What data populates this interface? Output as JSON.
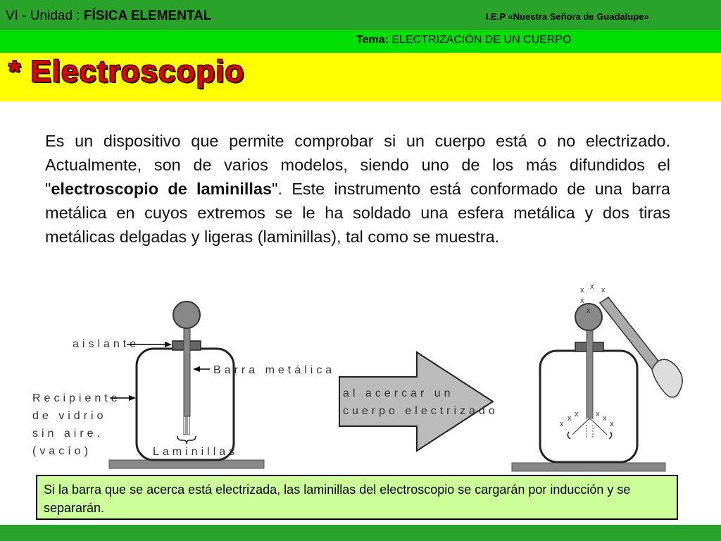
{
  "header": {
    "unit_prefix": "VI - Unidad : ",
    "unit_name": "FÍSICA  ELEMENTAL",
    "school": "I.E.P «Nuestra Señora de Guadalupe»",
    "topic_label": "Tema:",
    "topic": " ELECTRIZACIÓN  DE  UN  CUERPO"
  },
  "slide": {
    "heading": "* Electroscopio",
    "paragraph_before": "Es un dispositivo que permite comprobar si un cuerpo está o no electrizado. Actualmente, son de varios modelos, siendo uno de los más difundidos el \"",
    "paragraph_bold": "electroscopio de laminillas",
    "paragraph_after": "\". Este instrumento está conformado de una barra metálica en cuyos extremos se le ha soldado una esfera metálica y dos tiras metálicas delgadas y ligeras (laminillas), tal como se muestra."
  },
  "diagram": {
    "label_aislante": "aislante",
    "label_barra": "Barra metálica",
    "label_recipiente_1": "Recipiente",
    "label_recipiente_2": "de vidrio",
    "label_recipiente_3": "sin aire.",
    "label_recipiente_4": "(vacío)",
    "label_laminillas": "Laminillas",
    "arrow_text_1": "al acercar un",
    "arrow_text_2": "cuerpo electrizado",
    "charge_symbol": "x"
  },
  "caption": "Si la barra que se acerca está electrizada, las laminillas del electroscopio se cargarán por inducción y se separarán.",
  "colors": {
    "top_bar": "#2aa32a",
    "topic_bar": "#00e000",
    "heading_bar": "#ffff00",
    "heading_text": "#e00000",
    "caption_box": "#ccff99"
  }
}
